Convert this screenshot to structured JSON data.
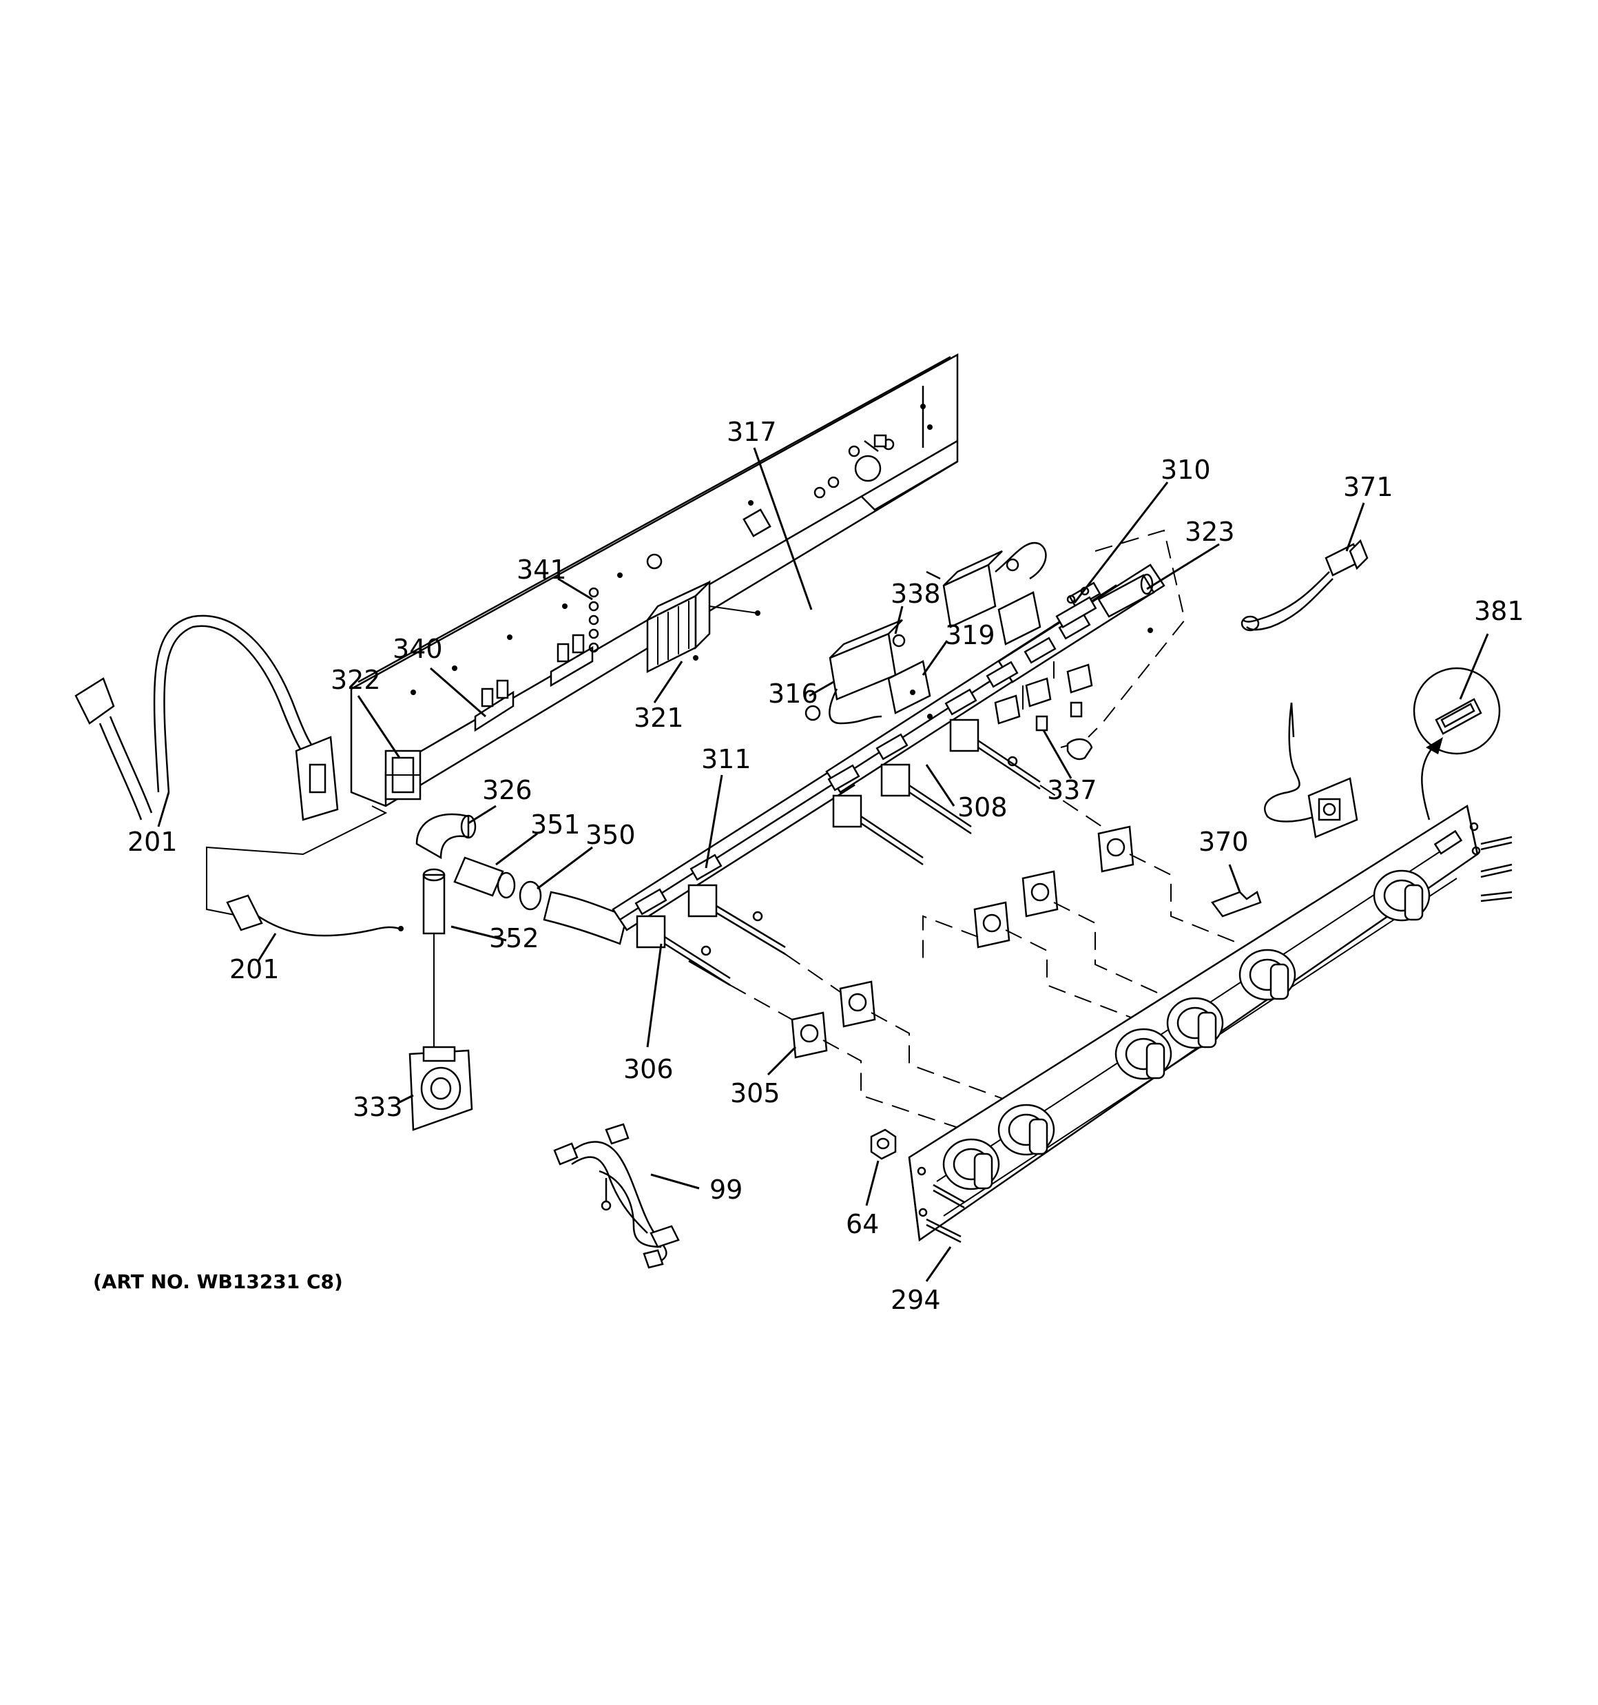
{
  "art_number": "(ART NO. WB13231 C8)",
  "callouts": [
    {
      "id": "317",
      "text": "317"
    },
    {
      "id": "310",
      "text": "310"
    },
    {
      "id": "371",
      "text": "371"
    },
    {
      "id": "323",
      "text": "323"
    },
    {
      "id": "341",
      "text": "341"
    },
    {
      "id": "338",
      "text": "338"
    },
    {
      "id": "381",
      "text": "381"
    },
    {
      "id": "319",
      "text": "319"
    },
    {
      "id": "340",
      "text": "340"
    },
    {
      "id": "322",
      "text": "322"
    },
    {
      "id": "316",
      "text": "316"
    },
    {
      "id": "321",
      "text": "321"
    },
    {
      "id": "337",
      "text": "337"
    },
    {
      "id": "311",
      "text": "311"
    },
    {
      "id": "326",
      "text": "326"
    },
    {
      "id": "308",
      "text": "308"
    },
    {
      "id": "351",
      "text": "351"
    },
    {
      "id": "350",
      "text": "350"
    },
    {
      "id": "370",
      "text": "370"
    },
    {
      "id": "201a",
      "text": "201"
    },
    {
      "id": "352",
      "text": "352"
    },
    {
      "id": "201b",
      "text": "201"
    },
    {
      "id": "306",
      "text": "306"
    },
    {
      "id": "305",
      "text": "305"
    },
    {
      "id": "333",
      "text": "333"
    },
    {
      "id": "99",
      "text": "99"
    },
    {
      "id": "64",
      "text": "64"
    },
    {
      "id": "294",
      "text": "294"
    }
  ]
}
